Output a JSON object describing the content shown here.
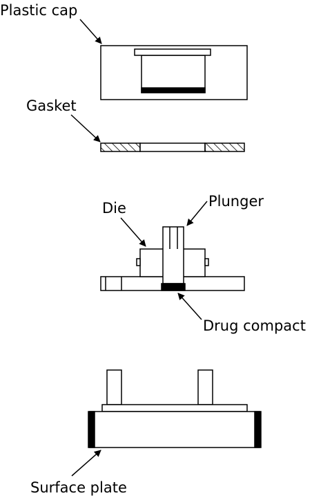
{
  "labels": {
    "plastic_cap": "Plastic cap",
    "gasket": "Gasket",
    "die": "Die",
    "plunger": "Plunger",
    "drug_compact": "Drug compact",
    "surface_plate": "Surface plate"
  },
  "colors": {
    "line": "#000000",
    "fill": "#ffffff",
    "solid": "#000000"
  }
}
